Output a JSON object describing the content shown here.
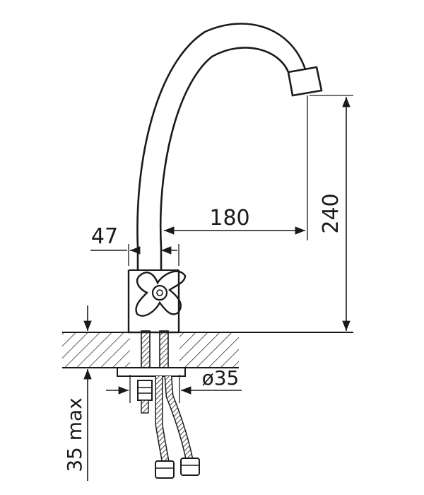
{
  "dimensions": {
    "spout_height": "240",
    "spout_reach": "180",
    "body_width": "47",
    "mount_diameter": "ø35",
    "counter_thickness": "35 max"
  },
  "colors": {
    "line": "#1a1a1a",
    "background": "#ffffff"
  }
}
